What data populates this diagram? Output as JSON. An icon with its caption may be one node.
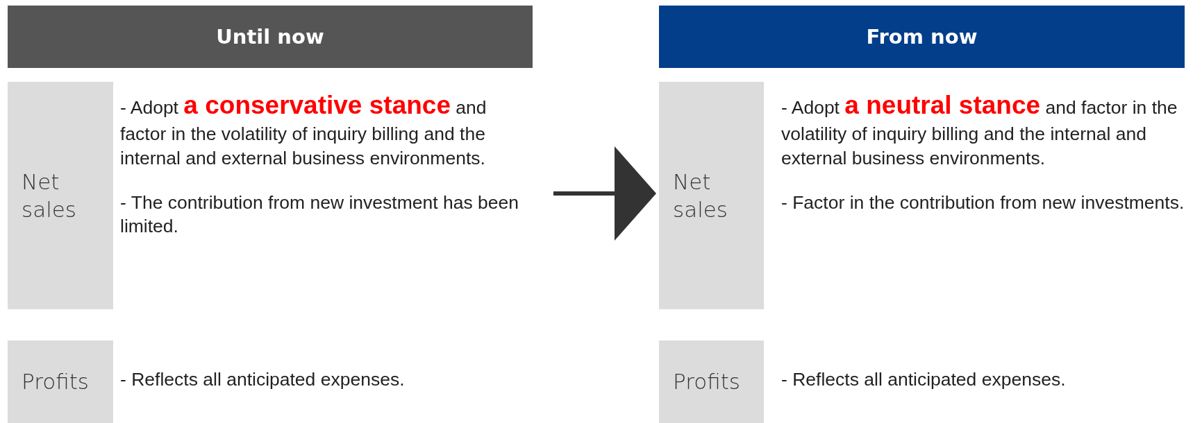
{
  "diagram": {
    "nodes": [
      {
        "text": [
          "Until now"
        ]
      },
      {
        "text": [
          "Net sales"
        ]
      },
      {
        "text": [
          "- Adopt **a conservative stance** and factor in the volatility of inquiry billing and the internal and external business environments.",
          "- The contribution from new investment has been limited."
        ]
      },
      {
        "text": [
          "Profits"
        ]
      },
      {
        "text": [
          "- Reflects all anticipated expenses."
        ]
      },
      {
        "text": [
          "From now"
        ]
      },
      {
        "text": [
          "Net sales"
        ]
      },
      {
        "text": [
          "- Adopt **a neutral stance** and factor in the volatility of inquiry billing and the internal and external business environments.",
          "- Factor in the contribution from new investments."
        ]
      },
      {
        "text": [
          "Profits"
        ]
      },
      {
        "text": [
          "- Reflects all anticipated expenses."
        ]
      }
    ],
    "edges": [
      {
        "from": 2,
        "to": 6,
        "arrow": "to"
      }
    ]
  }
}
